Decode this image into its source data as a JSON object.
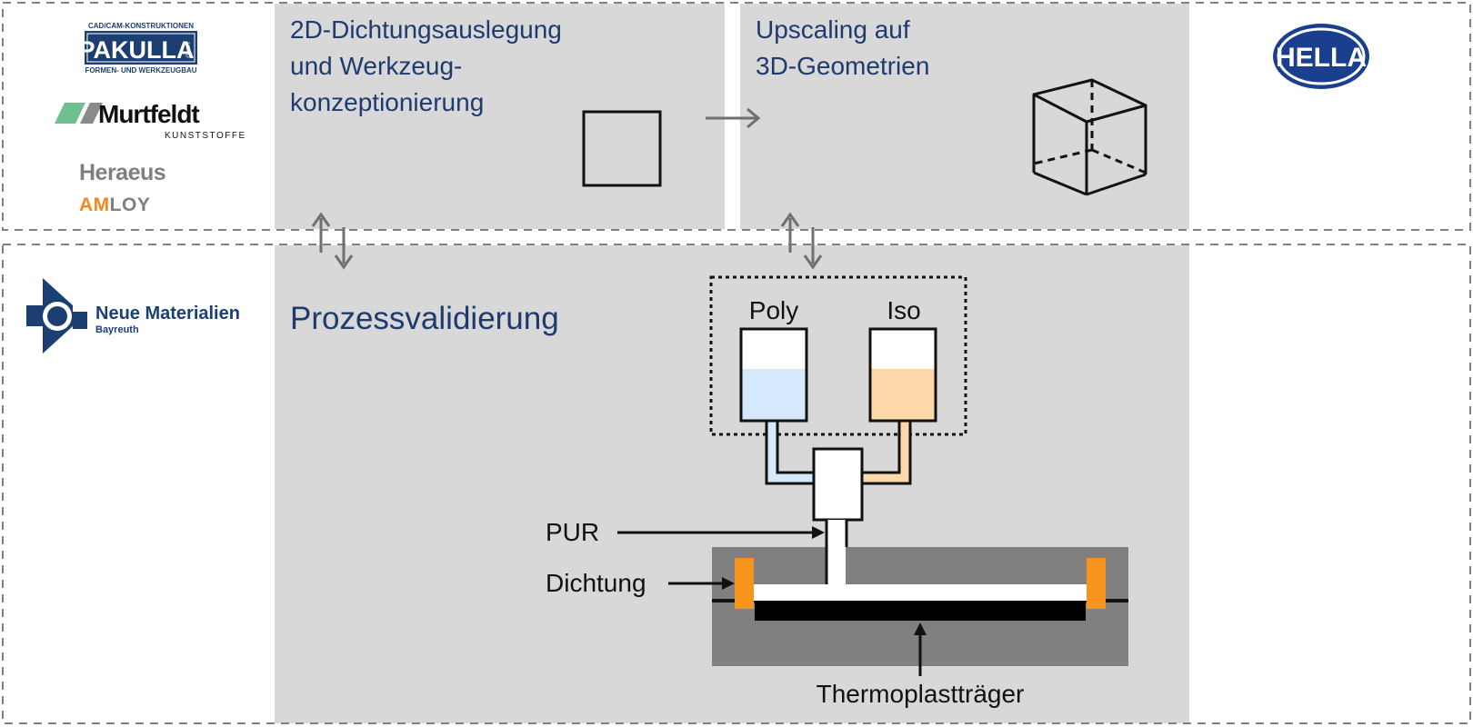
{
  "partners": {
    "pakulla": {
      "top_line": "CAD/CAM-KONSTRUKTIONEN",
      "name": "PAKULLA",
      "suffix": "GmbH",
      "bottom_line": "FORMEN- UND WERKZEUGBAU"
    },
    "murtfeldt": {
      "name": "Murtfeldt",
      "sub": "KUNSTSTOFFE"
    },
    "heraeus": {
      "name": "Heraeus",
      "amloy_accent": "AM",
      "amloy_rest": "LOY"
    },
    "nmb": {
      "name": "Neue Materialien",
      "sub": "Bayreuth"
    },
    "hella": {
      "name": "HELLA"
    }
  },
  "stages": {
    "design": {
      "line1": "2D-Dichtungsauslegung",
      "line2": "und Werkzeug-",
      "line3": "konzeptionierung"
    },
    "upscaling": {
      "line1": "Upscaling auf",
      "line2": "3D-Geometrien"
    },
    "validation": {
      "title": "Prozessvalidierung"
    }
  },
  "process": {
    "poly_label": "Poly",
    "iso_label": "Iso",
    "pur_label": "PUR",
    "seal_label": "Dichtung",
    "carrier_label": "Thermoplastträger"
  },
  "colors": {
    "title_blue": "#1f3b6e",
    "panel_gray": "#d8d8d8",
    "mold_gray": "#808080",
    "poly_fill": "#d6e8fb",
    "iso_fill": "#fdd8a8",
    "seal_orange": "#f7941d",
    "arrow_gray": "#707070",
    "nmb_blue": "#1c3f73",
    "hella_blue": "#1a3f8f",
    "murtfeldt_green": "#6fbf8f",
    "heraeus_gray": "#7f7f7f",
    "amloy_orange": "#f08a1e"
  }
}
